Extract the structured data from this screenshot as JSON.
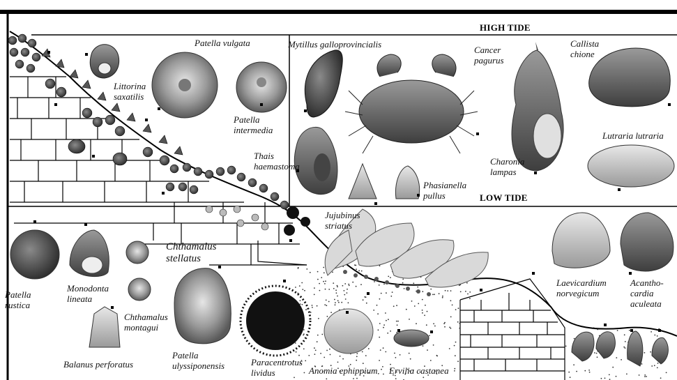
{
  "zones": {
    "high_tide": "HIGH TIDE",
    "low_tide": "LOW TIDE"
  },
  "species": {
    "littorina_saxatilis": "Littorina\nsaxatilis",
    "patella_vulgata_top": "Patella vulgata",
    "patella_intermedia": "Patella\nintermedia",
    "mytilus": "Mytillus galloprovincialis",
    "cancer_pagurus": "Cancer\npagurus",
    "callista_chione": "Callista\nchione",
    "thais_haemastoma": "Thais\nhaemastoma",
    "charonia_lampas": "Charonia\nlampas",
    "lutraria_lutraria": "Lutraria lutraria",
    "phasianella_pullus": "Phasianella\npullus",
    "jujubinus_striatus": "Jujubinus\nstriatus",
    "chthamalus_stellatus": "Chthamalus\nstellatus",
    "patella_rustica": "Patella\nrustica",
    "monodonta_lineata": "Monodonta\nlineata",
    "chthamalus_montagui": "Chthamalus\nmontagui",
    "balanus_perforatus": "Balanus perforatus",
    "patella_ulyssiponensis": "Patella\nulyssiponensis",
    "paracentrotus_lividus": "Paracentrotus\nlividus",
    "anomia_ephippium": "Anomia ephippium",
    "ervilia_castanea": "Ervilia castanea",
    "laevicardium_norvegicum": "Laevicardium\nnorvegicum",
    "acanthocardia_aculeata": "Acantho-\ncardia\naculeata"
  },
  "colors": {
    "ink": "#000000",
    "shell_dark": "#4a4a4a",
    "shell_mid": "#8a8a8a",
    "shell_light": "#c8c8c8",
    "sand_dot": "#333333",
    "seaweed": "#d9d9d9"
  }
}
